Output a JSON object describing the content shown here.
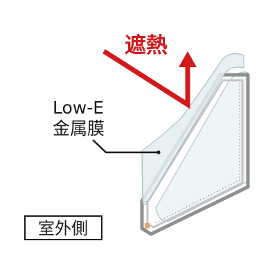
{
  "labels": {
    "heat_shield": "遮熱",
    "low_e_line1": "Low-E",
    "low_e_line2": "金属膜",
    "outdoor_side": "室外側"
  },
  "colors": {
    "heat_arrow": "#d2191c",
    "glass_fill": "#e8f1f4",
    "glass_edge": "#9fb7c0",
    "frame": "#9a9a9a",
    "callout_line": "#1a1a1a"
  }
}
